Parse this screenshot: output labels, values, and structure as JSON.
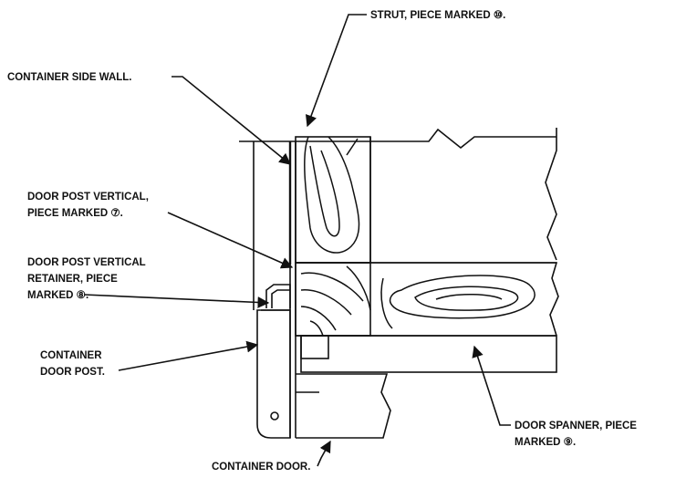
{
  "labels": {
    "strut": "STRUT, PIECE MARKED ⑩.",
    "side_wall": "CONTAINER SIDE WALL.",
    "door_post_vertical_1": "DOOR POST VERTICAL,",
    "door_post_vertical_2": "PIECE MARKED ⑦.",
    "retainer_1": "DOOR POST VERTICAL",
    "retainer_2": "RETAINER, PIECE",
    "retainer_3": "MARKED ⑧.",
    "door_post_1": "CONTAINER",
    "door_post_2": "DOOR POST.",
    "spanner_1": "DOOR SPANNER, PIECE",
    "spanner_2": "MARKED ⑨.",
    "door": "CONTAINER DOOR."
  },
  "colors": {
    "ink": "#111111",
    "background": "#ffffff"
  }
}
